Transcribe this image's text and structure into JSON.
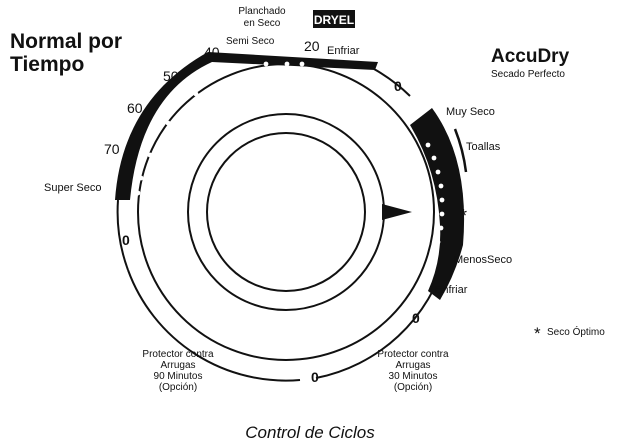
{
  "colors": {
    "ink": "#111111",
    "paper": "#ffffff"
  },
  "left_section": {
    "title_line1": "Normal por",
    "title_line2": "Tiempo",
    "labels": {
      "planchado_line1": "Planchado",
      "planchado_line2": "en Seco",
      "semi_seco": "Semi Seco",
      "enfriar": "Enfriar",
      "super_seco": "Super Seco",
      "zero": "0"
    },
    "numbers": {
      "n20": "20",
      "n40": "40",
      "n50": "50",
      "n60": "60",
      "n70": "70"
    },
    "dryel_logo": "DRYEL"
  },
  "right_section": {
    "title": "AccuDry",
    "subtitle": "Secado Perfecto",
    "labels": {
      "zero_top": "0",
      "muy_seco": "Muy Seco",
      "toallas": "Toallas",
      "star": "*",
      "menos_seco": "MenosSeco",
      "enfriar": "Enfriar",
      "zero_bottom": "0"
    }
  },
  "bottom_section": {
    "protector_left": {
      "line1": "Protector contra",
      "line2": "Arrugas",
      "line3": "90 Minutos",
      "line4": "(Opción)"
    },
    "protector_right": {
      "line1": "Protector contra",
      "line2": "Arrugas",
      "line3": "30 Minutos",
      "line4": "(Opción)"
    },
    "zero": "0"
  },
  "legend": {
    "symbol": "*",
    "text": "Seco Óptimo"
  },
  "caption": "Control de Ciclos"
}
